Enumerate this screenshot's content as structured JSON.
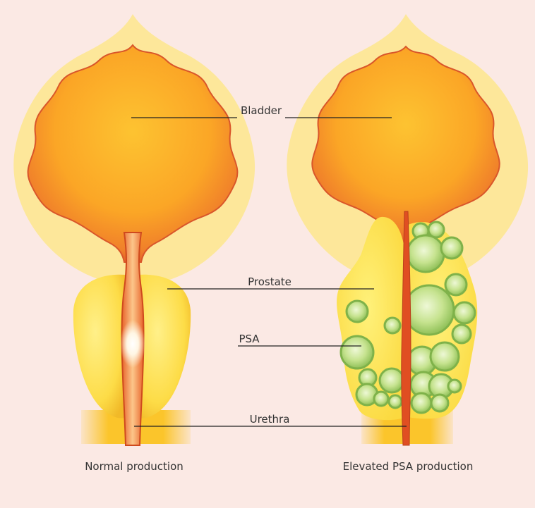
{
  "labels": {
    "bladder": "Bladder",
    "prostate": "Prostate",
    "psa": "PSA",
    "urethra": "Urethra"
  },
  "captions": {
    "left": "Normal production",
    "right": "Elevated PSA production"
  },
  "colors": {
    "background": "#fbe9e4",
    "outer_tissue": "#fde79a",
    "bladder_center": "#fcb52a",
    "bladder_edge": "#e5602a",
    "prostate_yellow": "#fde24c",
    "psa_green": "#8cc152",
    "urethra_red": "#d8451e",
    "base_band": "#fbc52b"
  }
}
